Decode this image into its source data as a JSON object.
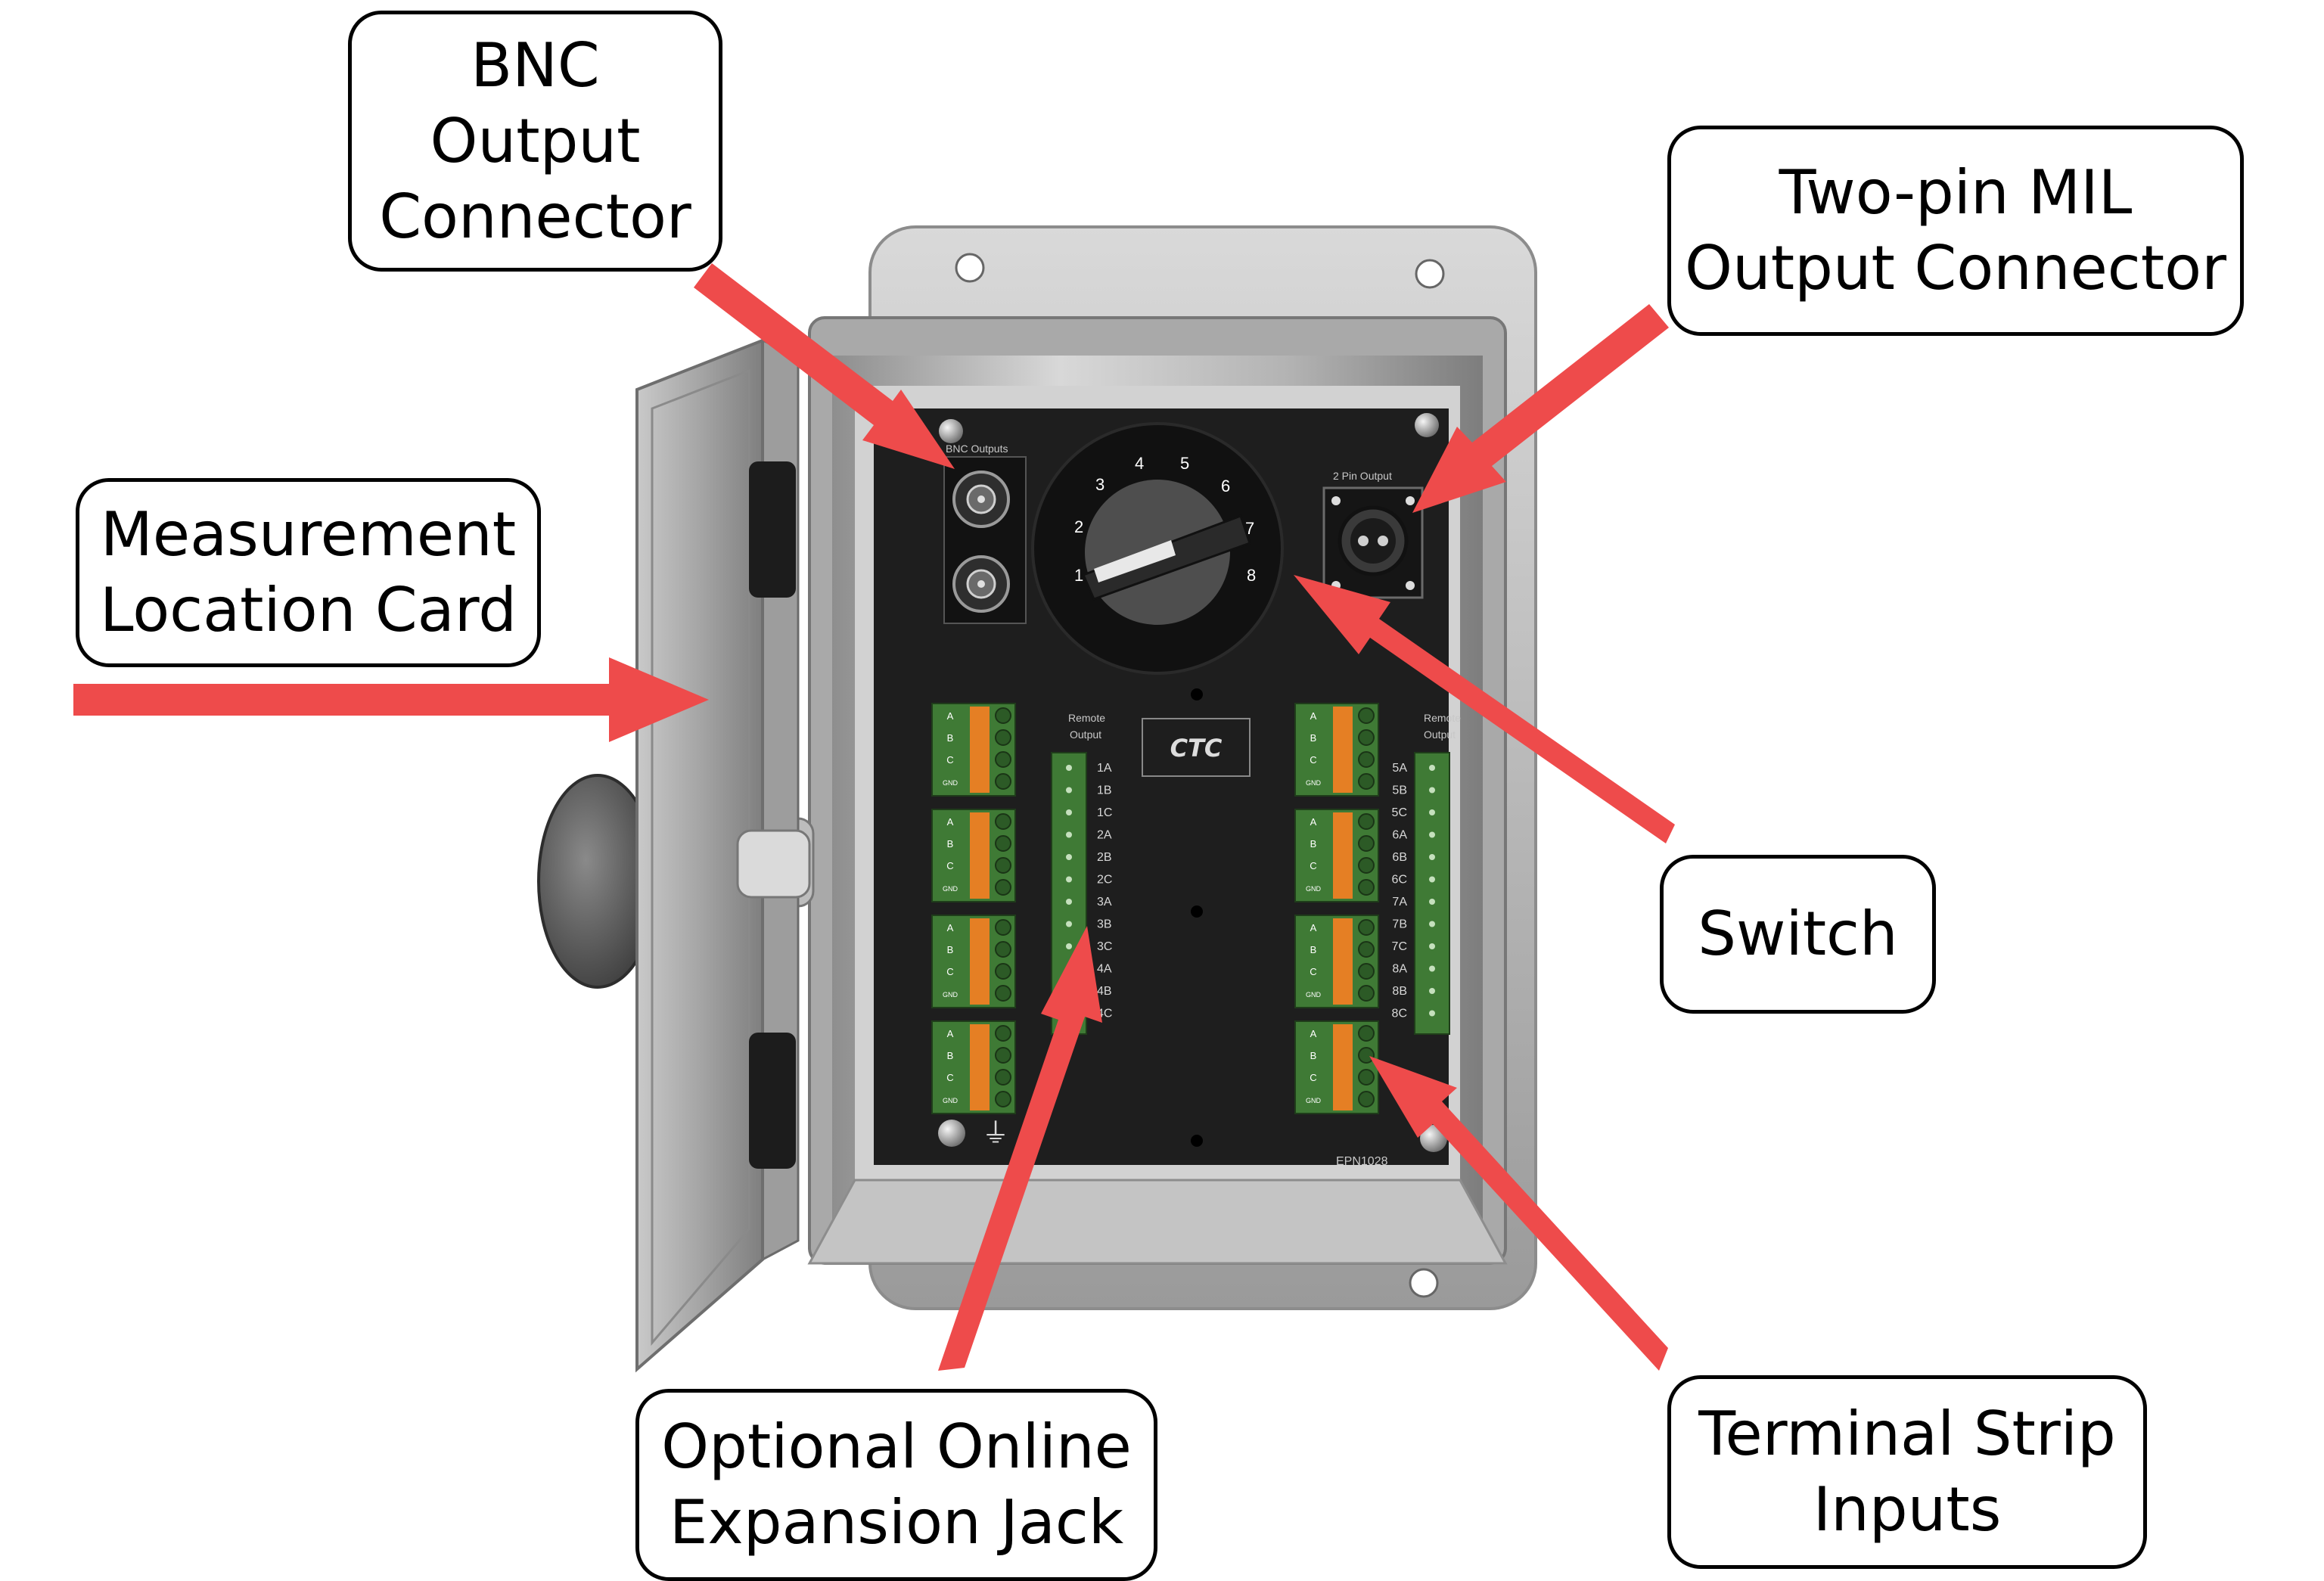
{
  "callouts": {
    "bnc": {
      "lines": [
        "BNC",
        "Output",
        "Connector"
      ]
    },
    "mil": {
      "lines": [
        "Two-pin MIL",
        "Output Connector"
      ]
    },
    "card": {
      "lines": [
        "Measurement",
        "Location Card"
      ]
    },
    "switch": {
      "lines": [
        "Switch"
      ]
    },
    "expansion": {
      "lines": [
        "Optional Online",
        "Expansion Jack"
      ]
    },
    "terminal": {
      "lines": [
        "Terminal Strip",
        "Inputs"
      ]
    }
  },
  "panel": {
    "bnc_label": "BNC Outputs",
    "pin_label": "2 Pin Output",
    "remote_label_1": "Remote",
    "remote_label_2": "Output",
    "remote_label_right_1": "Remote",
    "remote_label_right_2": "Output",
    "logo": "CTC",
    "part_number": "EPN1028",
    "dial_numbers": [
      "1",
      "2",
      "3",
      "4",
      "5",
      "6",
      "7",
      "8"
    ],
    "jack_left_labels": [
      "1A",
      "1B",
      "1C",
      "2A",
      "2B",
      "2C",
      "3A",
      "3B",
      "3C",
      "4A",
      "4B",
      "4C"
    ],
    "jack_right_labels": [
      "5A",
      "5B",
      "5C",
      "6A",
      "6B",
      "6C",
      "7A",
      "7B",
      "7C",
      "8A",
      "8B",
      "8C"
    ],
    "terminal_labels": [
      "A",
      "B",
      "C",
      "GND"
    ]
  },
  "colors": {
    "arrow": "#ee4b4b",
    "panel": "#1e1e1e",
    "terminal_green": "#3f7a35",
    "terminal_orange": "#e57f24",
    "steel": "#b5b5b5"
  }
}
